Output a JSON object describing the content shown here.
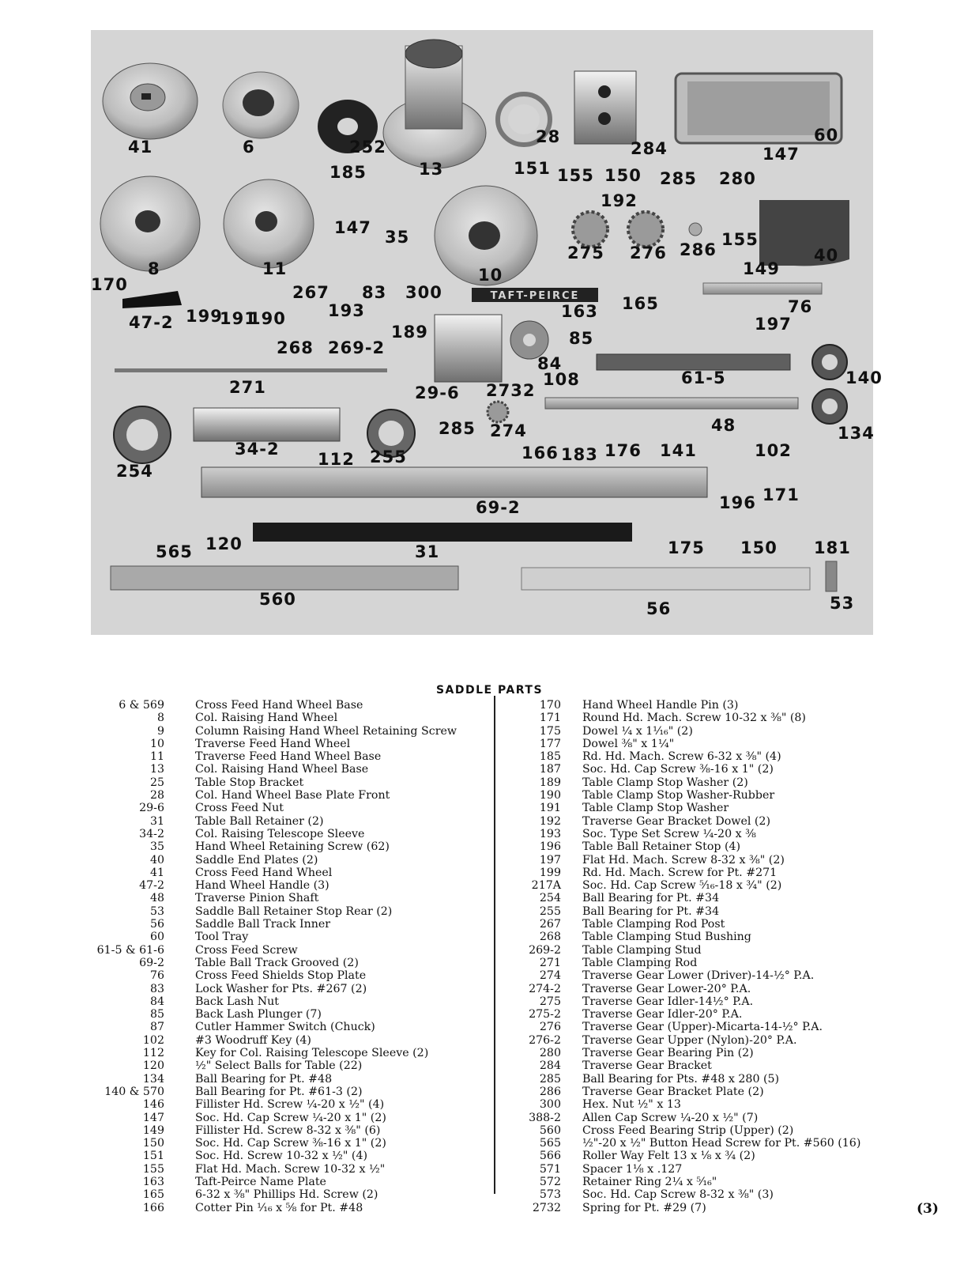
{
  "photo_labels": [
    "41",
    "6",
    "252",
    "13",
    "28",
    "284",
    "147",
    "60",
    "185",
    "151",
    "155",
    "150",
    "285",
    "280",
    "192",
    "147",
    "35",
    "275",
    "276",
    "286",
    "155",
    "40",
    "8",
    "11",
    "10",
    "149",
    "170",
    "267",
    "83",
    "300",
    "163",
    "165",
    "76",
    "47-2",
    "199",
    "191",
    "190",
    "193",
    "189",
    "197",
    "268",
    "269-2",
    "85",
    "84",
    "140",
    "271",
    "29-6",
    "2732",
    "108",
    "61-5",
    "285",
    "274",
    "48",
    "134",
    "254",
    "34-2",
    "112",
    "255",
    "166",
    "183",
    "176",
    "141",
    "102",
    "69-2",
    "196",
    "171",
    "120",
    "565",
    "31",
    "175",
    "150",
    "181",
    "560",
    "56",
    "53"
  ],
  "nameplate_text": "TAFT-PEIRCE",
  "heading": "SADDLE PARTS",
  "left_column": [
    {
      "num": "6 & 569",
      "desc": "Cross Feed Hand Wheel Base"
    },
    {
      "num": "8",
      "desc": "Col. Raising Hand Wheel"
    },
    {
      "num": "9",
      "desc": "Column Raising Hand Wheel Retaining Screw"
    },
    {
      "num": "10",
      "desc": "Traverse Feed Hand Wheel"
    },
    {
      "num": "11",
      "desc": "Traverse Feed Hand Wheel Base"
    },
    {
      "num": "13",
      "desc": "Col. Raising Hand Wheel Base"
    },
    {
      "num": "25",
      "desc": "Table Stop Bracket"
    },
    {
      "num": "28",
      "desc": "Col. Hand Wheel Base Plate Front"
    },
    {
      "num": "29-6",
      "desc": "Cross Feed Nut"
    },
    {
      "num": "31",
      "desc": "Table Ball Retainer (2)"
    },
    {
      "num": "34-2",
      "desc": "Col. Raising Telescope Sleeve"
    },
    {
      "num": "35",
      "desc": "Hand Wheel Retaining Screw (62)"
    },
    {
      "num": "40",
      "desc": "Saddle End Plates (2)"
    },
    {
      "num": "41",
      "desc": "Cross Feed Hand Wheel"
    },
    {
      "num": "47-2",
      "desc": "Hand Wheel Handle (3)"
    },
    {
      "num": "48",
      "desc": "Traverse Pinion Shaft"
    },
    {
      "num": "53",
      "desc": "Saddle Ball Retainer Stop Rear (2)"
    },
    {
      "num": "56",
      "desc": "Saddle Ball Track Inner"
    },
    {
      "num": "60",
      "desc": "Tool Tray"
    },
    {
      "num": "61-5 & 61-6",
      "desc": "Cross Feed Screw"
    },
    {
      "num": "69-2",
      "desc": "Table Ball Track Grooved (2)"
    },
    {
      "num": "76",
      "desc": "Cross Feed Shields Stop Plate"
    },
    {
      "num": "83",
      "desc": "Lock Washer for Pts. #267 (2)"
    },
    {
      "num": "84",
      "desc": "Back Lash Nut"
    },
    {
      "num": "85",
      "desc": "Back Lash Plunger (7)"
    },
    {
      "num": "87",
      "desc": "Cutler Hammer Switch (Chuck)"
    },
    {
      "num": "102",
      "desc": "#3 Woodruff Key (4)"
    },
    {
      "num": "112",
      "desc": "Key for Col. Raising Telescope Sleeve (2)"
    },
    {
      "num": "120",
      "desc": "½\" Select Balls for Table (22)"
    },
    {
      "num": "134",
      "desc": "Ball Bearing for Pt. #48"
    },
    {
      "num": "140 & 570",
      "desc": "Ball Bearing for Pt. #61-3 (2)"
    },
    {
      "num": "146",
      "desc": "Fillister Hd. Screw ¼-20 x ½\" (4)"
    },
    {
      "num": "147",
      "desc": "Soc. Hd. Cap Screw ¼-20 x 1\" (2)"
    },
    {
      "num": "149",
      "desc": "Fillister Hd. Screw 8-32 x ⅜\" (6)"
    },
    {
      "num": "150",
      "desc": "Soc. Hd. Cap Screw ⅜-16 x 1\" (2)"
    },
    {
      "num": "151",
      "desc": "Soc. Hd. Screw 10-32 x ½\" (4)"
    },
    {
      "num": "155",
      "desc": "Flat Hd. Mach. Screw 10-32 x ½\""
    },
    {
      "num": "163",
      "desc": "Taft-Peirce Name Plate"
    },
    {
      "num": "165",
      "desc": "6-32 x ⅜\" Phillips Hd. Screw (2)"
    },
    {
      "num": "166",
      "desc": "Cotter Pin ¹⁄₁₆ x ⅝ for Pt. #48"
    }
  ],
  "right_column": [
    {
      "num": "170",
      "desc": "Hand Wheel Handle Pin (3)"
    },
    {
      "num": "171",
      "desc": "Round Hd. Mach. Screw 10-32 x ⅜\" (8)"
    },
    {
      "num": "175",
      "desc": "Dowel ¼ x 1¹⁄₁₆\" (2)"
    },
    {
      "num": "177",
      "desc": "Dowel ⅜\" x 1¼\""
    },
    {
      "num": "185",
      "desc": "Rd. Hd. Mach. Screw 6-32 x ⅜\" (4)"
    },
    {
      "num": "187",
      "desc": "Soc. Hd. Cap Screw ⅜-16 x 1\" (2)"
    },
    {
      "num": "189",
      "desc": "Table Clamp Stop Washer (2)"
    },
    {
      "num": "190",
      "desc": "Table Clamp Stop Washer-Rubber"
    },
    {
      "num": "191",
      "desc": "Table Clamp Stop Washer"
    },
    {
      "num": "192",
      "desc": "Traverse Gear Bracket Dowel (2)"
    },
    {
      "num": "193",
      "desc": "Soc. Type Set Screw ¼-20 x ⅜"
    },
    {
      "num": "196",
      "desc": "Table Ball Retainer Stop (4)"
    },
    {
      "num": "197",
      "desc": "Flat Hd. Mach. Screw 8-32 x ⅜\" (2)"
    },
    {
      "num": "199",
      "desc": "Rd. Hd. Mach. Screw for Pt. #271"
    },
    {
      "num": "217A",
      "desc": "Soc. Hd. Cap Screw ⁵⁄₁₆-18 x ¾\" (2)"
    },
    {
      "num": "254",
      "desc": "Ball Bearing for Pt. #34"
    },
    {
      "num": "255",
      "desc": "Ball Bearing for Pt. #34"
    },
    {
      "num": "267",
      "desc": "Table Clamping Rod Post"
    },
    {
      "num": "268",
      "desc": "Table Clamping Stud Bushing"
    },
    {
      "num": "269-2",
      "desc": "Table Clamping Stud"
    },
    {
      "num": "271",
      "desc": "Table Clamping Rod"
    },
    {
      "num": "274",
      "desc": "Traverse Gear Lower (Driver)-14-½° P.A."
    },
    {
      "num": "274-2",
      "desc": "Traverse Gear Lower-20° P.A."
    },
    {
      "num": "275",
      "desc": "Traverse Gear Idler-14½° P.A."
    },
    {
      "num": "275-2",
      "desc": "Traverse Gear Idler-20° P.A."
    },
    {
      "num": "276",
      "desc": "Traverse Gear (Upper)-Micarta-14-½° P.A."
    },
    {
      "num": "276-2",
      "desc": "Traverse Gear Upper (Nylon)-20° P.A."
    },
    {
      "num": "280",
      "desc": "Traverse Gear Bearing Pin (2)"
    },
    {
      "num": "284",
      "desc": "Traverse Gear Bracket"
    },
    {
      "num": "285",
      "desc": "Ball Bearing for Pts. #48 x 280 (5)"
    },
    {
      "num": "286",
      "desc": "Traverse Gear Bracket Plate (2)"
    },
    {
      "num": "300",
      "desc": "Hex. Nut ½\" x 13"
    },
    {
      "num": "388-2",
      "desc": "Allen Cap Screw ¼-20 x ½\" (7)"
    },
    {
      "num": "560",
      "desc": "Cross Feed Bearing Strip (Upper) (2)"
    },
    {
      "num": "565",
      "desc": "½\"-20 x ½\" Button Head Screw for Pt. #560 (16)"
    },
    {
      "num": "566",
      "desc": "Roller Way Felt 13 x ⅛ x ¾ (2)"
    },
    {
      "num": "571",
      "desc": "Spacer 1⅛ x .127"
    },
    {
      "num": "572",
      "desc": "Retainer Ring 2¼ x ⁵⁄₁₆\""
    },
    {
      "num": "573",
      "desc": "Soc. Hd. Cap Screw 8-32 x ⅜\" (3)"
    },
    {
      "num": "2732",
      "desc": "Spring for Pt. #29 (7)"
    }
  ],
  "page_number": "(3)"
}
